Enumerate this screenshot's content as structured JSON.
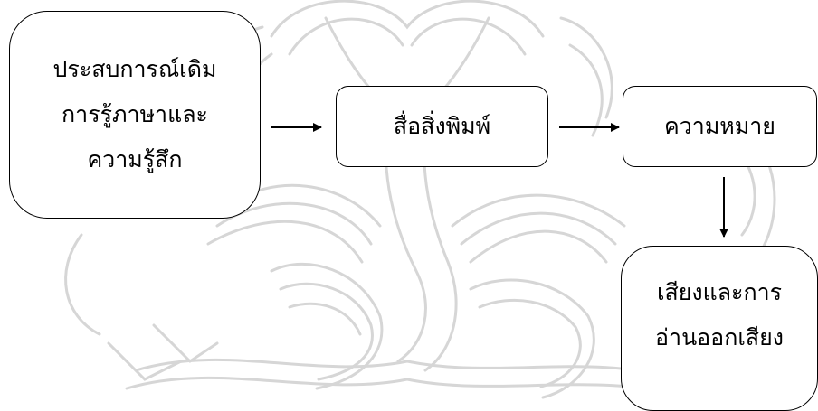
{
  "diagram": {
    "nodes": {
      "experience": {
        "line1": "ประสบการณ์เดิม",
        "line2": "การรู้ภาษาและ",
        "line3": "ความรู้สึก"
      },
      "print_media": {
        "label": "สื่อสิ่งพิมพ์"
      },
      "meaning": {
        "label": "ความหมาย"
      },
      "sound": {
        "line1": "เสียงและการ",
        "line2": "อ่านออกเสียง"
      }
    },
    "edges": [
      {
        "from": "experience",
        "to": "print_media"
      },
      {
        "from": "print_media",
        "to": "meaning"
      },
      {
        "from": "meaning",
        "to": "sound"
      }
    ]
  },
  "colors": {
    "stroke": "#000000",
    "background": "#ffffff",
    "watermark": "#d6d6d6"
  }
}
